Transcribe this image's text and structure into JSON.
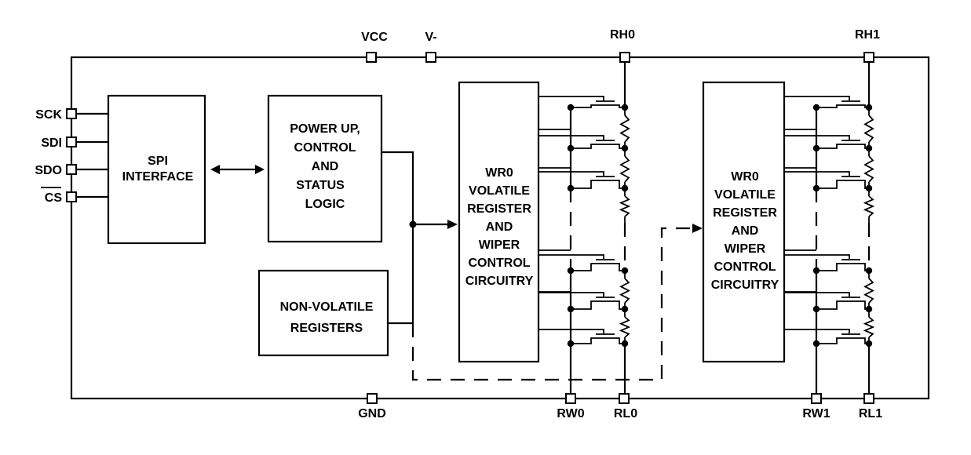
{
  "pins": {
    "vcc": "VCC",
    "vminus": "V-",
    "rh0": "RH0",
    "rh1": "RH1",
    "sck": "SCK",
    "sdi": "SDI",
    "sdo": "SDO",
    "cs": "CS",
    "gnd": "GND",
    "rw0": "RW0",
    "rl0": "RL0",
    "rw1": "RW1",
    "rl1": "RL1"
  },
  "blocks": {
    "spi": [
      "SPI",
      "INTERFACE"
    ],
    "power": [
      "POWER UP,",
      "CONTROL",
      "AND",
      "STATUS",
      "LOGIC"
    ],
    "nvreg": [
      "NON-VOLATILE",
      "REGISTERS"
    ],
    "wr0": [
      "WR0",
      "VOLATILE",
      "REGISTER",
      "AND",
      "WIPER",
      "CONTROL",
      "CIRCUITRY"
    ],
    "wr1": [
      "WR0",
      "VOLATILE",
      "REGISTER",
      "AND",
      "WIPER",
      "CONTROL",
      "CIRCUITRY"
    ]
  }
}
